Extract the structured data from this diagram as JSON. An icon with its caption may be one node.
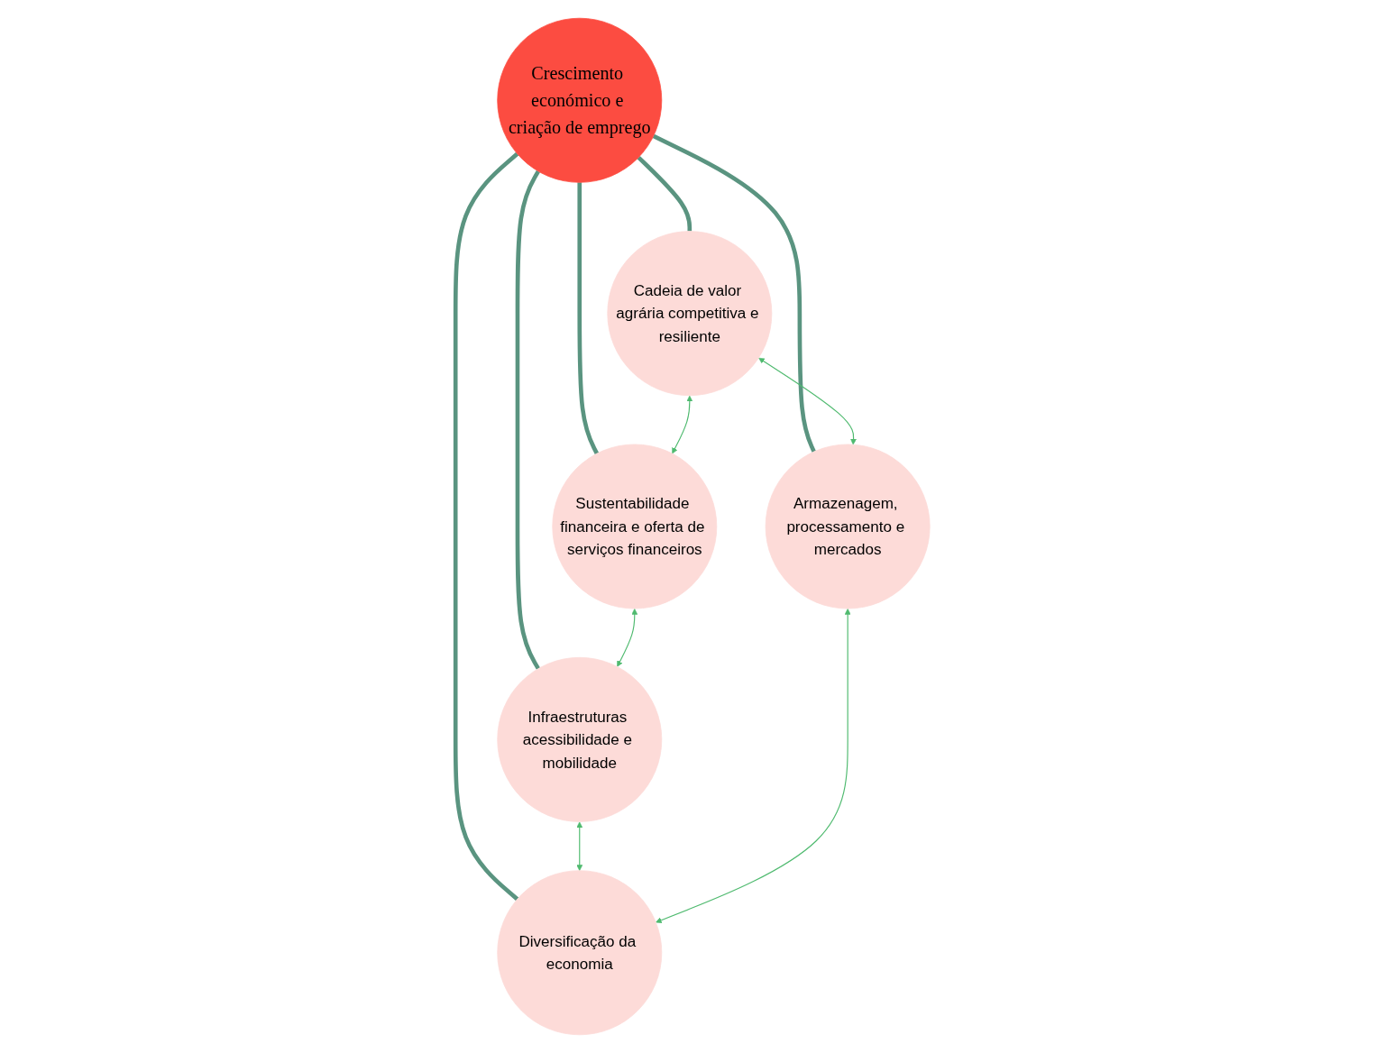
{
  "diagram": {
    "nodes": [
      {
        "text": [
          "Sustentabilidade financeira e oferta de serviços financeiros"
        ]
      },
      {
        "text": [
          "Cadeia de valor agrária competitiva e resiliente"
        ]
      },
      {
        "text": [
          "Crescimento económico e criação de emprego"
        ]
      },
      {
        "text": [
          "Infraestruturas acessibilidade e mobilidade"
        ]
      },
      {
        "text": [
          "Armazenagem, processamento e mercados"
        ]
      },
      {
        "text": [
          "Diversificação da economia"
        ]
      }
    ],
    "edges": [
      {
        "from": 2,
        "to": 0,
        "arrow": "none",
        "style": "thick",
        "color": "#5a9480"
      },
      {
        "from": 2,
        "to": 1,
        "arrow": "none",
        "style": "thick",
        "color": "#5a9480"
      },
      {
        "from": 2,
        "to": 3,
        "arrow": "none",
        "style": "thick",
        "color": "#5a9480"
      },
      {
        "from": 2,
        "to": 4,
        "arrow": "none",
        "style": "thick",
        "color": "#5a9480"
      },
      {
        "from": 2,
        "to": 5,
        "arrow": "none",
        "style": "thick",
        "color": "#5a9480"
      },
      {
        "from": 1,
        "to": 0,
        "arrow": "both",
        "color": "#4fba6f"
      },
      {
        "from": 0,
        "to": 3,
        "arrow": "both",
        "color": "#4fba6f"
      },
      {
        "from": 3,
        "to": 5,
        "arrow": "both",
        "color": "#4fba6f"
      },
      {
        "from": 1,
        "to": 4,
        "arrow": "both",
        "color": "#4fba6f"
      },
      {
        "from": 4,
        "to": 5,
        "arrow": "both",
        "color": "#4fba6f"
      }
    ]
  }
}
